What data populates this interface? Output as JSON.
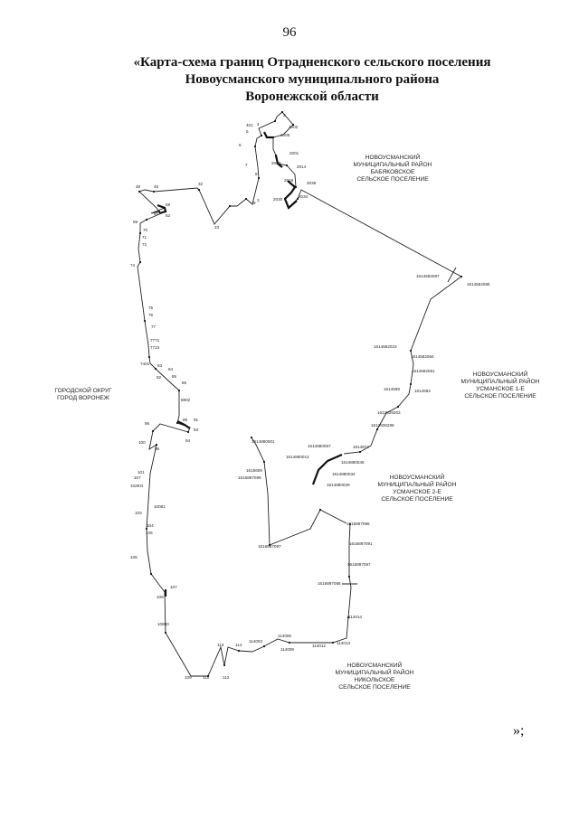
{
  "page_number": "96",
  "title_lines": [
    "«Карта-схема границ Отрадненского сельского поселения",
    "Новоусманского муниципального района",
    "Воронежской области"
  ],
  "closing_text": "»;",
  "regions": [
    {
      "id": "babyakovskoe",
      "lines": [
        "НОВОУСМАНСКИЙ",
        "МУНИЦИПАЛЬНЫЙ РАЙОН",
        "БАБЯКОВСКОЕ",
        "СЕЛЬСКОЕ ПОСЕЛЕНИЕ"
      ]
    },
    {
      "id": "usmanskoe-1",
      "lines": [
        "НОВОУСМАНСКИЙ",
        "МУНИЦИПАЛЬНЫЙ РАЙОН",
        "УСМАНСКОЕ 1-Е",
        "СЕЛЬСКОЕ ПОСЕЛЕНИЕ"
      ]
    },
    {
      "id": "voronezh",
      "lines": [
        "ГОРОДСКОЙ ОКРУГ",
        "ГОРОД ВОРОНЕЖ"
      ]
    },
    {
      "id": "usmanskoe-2",
      "lines": [
        "НОВОУСМАНСКИЙ",
        "МУНИЦИПАЛЬНЫЙ РАЙОН",
        "УСМАНСКОЕ 2-Е",
        "СЕЛЬСКОЕ ПОСЕЛЕНИЕ"
      ]
    },
    {
      "id": "nikolskoe",
      "lines": [
        "НОВОУСМАНСКИЙ",
        "МУНИЦИПАЛЬНЫЙ РАЙОН",
        "НИКОЛЬСКОЕ",
        "СЕЛЬСКОЕ ПОСЕЛЕНИЕ"
      ]
    }
  ],
  "point_labels": [
    "2",
    "2002",
    "2005",
    "2001",
    "2014",
    "2009",
    "2018",
    "2038",
    "2030",
    "2034",
    "3",
    "4",
    "401",
    "5",
    "6",
    "7",
    "8",
    "9",
    "23",
    "32",
    "48",
    "46",
    "59",
    "65",
    "62",
    "69",
    "70",
    "71",
    "72",
    "74",
    "75",
    "76",
    "77",
    "7771",
    "7723",
    "7401",
    "83",
    "84",
    "85",
    "92",
    "86",
    "8802",
    "89",
    "91",
    "93",
    "94",
    "95",
    "100",
    "98",
    "101",
    "107",
    "102EO",
    "10082",
    "103",
    "104",
    "105",
    "106",
    "107",
    "108",
    "10880",
    "109",
    "110",
    "112",
    "113",
    "114",
    "114003",
    "114006",
    "114009",
    "114012",
    "114013",
    "114014",
    "1614582087",
    "1614582086",
    "1614582023",
    "1614582084",
    "1614582081",
    "1614582",
    "1614599",
    "1612826203",
    "1612836298",
    "1614872",
    "1614880057",
    "1614880046",
    "1614880034",
    "1614880029",
    "1614880013",
    "1614880001",
    "1615609",
    "1616897099",
    "1616897097",
    "1616897096",
    "1616897091",
    "1616897087",
    "1616897086"
  ]
}
